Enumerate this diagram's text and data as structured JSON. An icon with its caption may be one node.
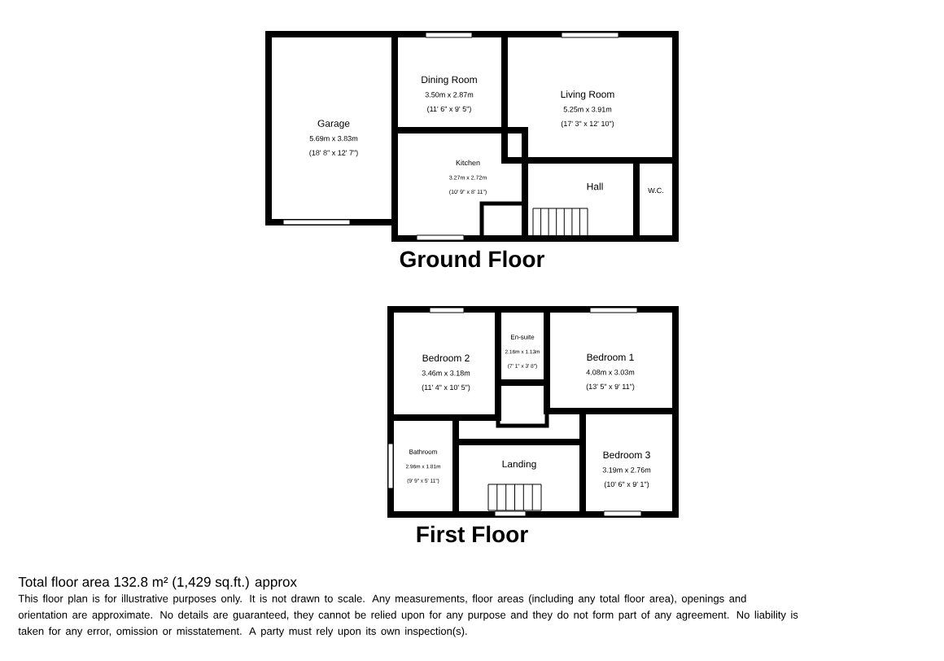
{
  "diagram": {
    "nodes": [
      {
        "text": [
          "Garage",
          "5.69m x 3.83m",
          "(18' 8\" x 12' 7\")"
        ]
      },
      {
        "text": [
          "Dining Room",
          "3.50m x 2.87m",
          "(11' 6\" x 9' 5\")"
        ]
      },
      {
        "text": [
          "Living Room",
          "5.25m x 3.91m",
          "(17' 3\" x 12' 10\")"
        ]
      },
      {
        "text": [
          "Kitchen",
          "3.27m x 2.72m",
          "(10' 9\" x 8' 11\")"
        ]
      },
      {
        "text": [
          "Hall"
        ]
      },
      {
        "text": [
          "W.C."
        ]
      },
      {
        "text": [
          "Ground Floor"
        ]
      },
      {
        "text": [
          "Bedroom 2",
          "3.46m x 3.18m",
          "(11' 4\" x 10' 5\")"
        ]
      },
      {
        "text": [
          "En-suite",
          "2.16m x 1.13m",
          "(7' 1\" x 3' 8\")"
        ]
      },
      {
        "text": [
          "Bedroom 1",
          "4.08m x 3.03m",
          "(13' 5\" x 9' 11\")"
        ]
      },
      {
        "text": [
          "Bathroom",
          "2.96m x 1.81m",
          "(9' 9\" x 5' 11\")"
        ]
      },
      {
        "text": [
          "Landing"
        ]
      },
      {
        "text": [
          "Bedroom 3",
          "3.19m x 2.76m",
          "(10' 6\" x 9' 1\")"
        ]
      },
      {
        "text": [
          "First Floor"
        ]
      }
    ],
    "labels": [
      "Total floor area 132.8 m² (1,429 sq.ft.) approx",
      "This floor plan is for illustrative purposes only. It is not drawn to scale. Any measurements, floor areas (including any total floor area), openings and orientation are approximate. No details are guaranteed, they cannot be relied upon for any purpose and they do not form part of any agreement. No liability is taken for any error, omission or misstatement. A party must rely upon its own inspection(s)."
    ]
  }
}
